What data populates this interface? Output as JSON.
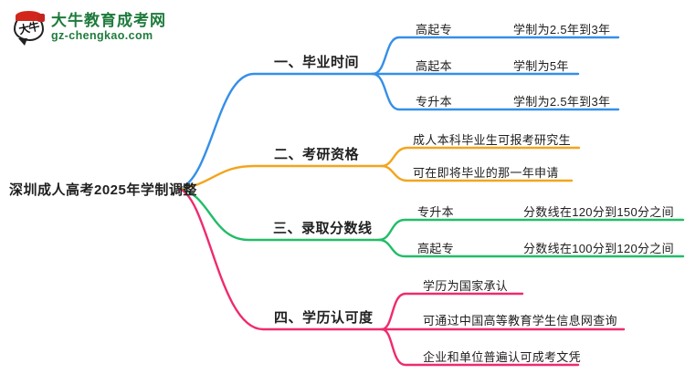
{
  "logo": {
    "badge_text": "大牛",
    "title": "大牛教育成考网",
    "domain": "gz-chengkao.com"
  },
  "root": {
    "label": "深圳成人高考2025年学制调整"
  },
  "colors": {
    "branch1": "#358fe8",
    "branch2": "#f2a51d",
    "branch3": "#21bd67",
    "branch4": "#ef2a6f",
    "logo_green": "#1e7b3c",
    "text": "#202020"
  },
  "branches": [
    {
      "label": "一、毕业时间",
      "color": "#358fe8",
      "children": [
        {
          "label": "高起专",
          "value": "学制为2.5年到3年"
        },
        {
          "label": "高起本",
          "value": "学制为5年"
        },
        {
          "label": "专升本",
          "value": "学制为2.5年到3年"
        }
      ]
    },
    {
      "label": "二、考研资格",
      "color": "#f2a51d",
      "children": [
        {
          "text": "成人本科毕业生可报考研究生"
        },
        {
          "text": "可在即将毕业的那一年申请"
        }
      ]
    },
    {
      "label": "三、录取分数线",
      "color": "#21bd67",
      "children": [
        {
          "label": "专升本",
          "value": "分数线在120分到150分之间"
        },
        {
          "label": "高起专",
          "value": "分数线在100分到120分之间"
        }
      ]
    },
    {
      "label": "四、学历认可度",
      "color": "#ef2a6f",
      "children": [
        {
          "text": "学历为国家承认"
        },
        {
          "text": "可通过中国高等教育学生信息网查询"
        },
        {
          "text": "企业和单位普遍认可成考文凭"
        }
      ]
    }
  ]
}
